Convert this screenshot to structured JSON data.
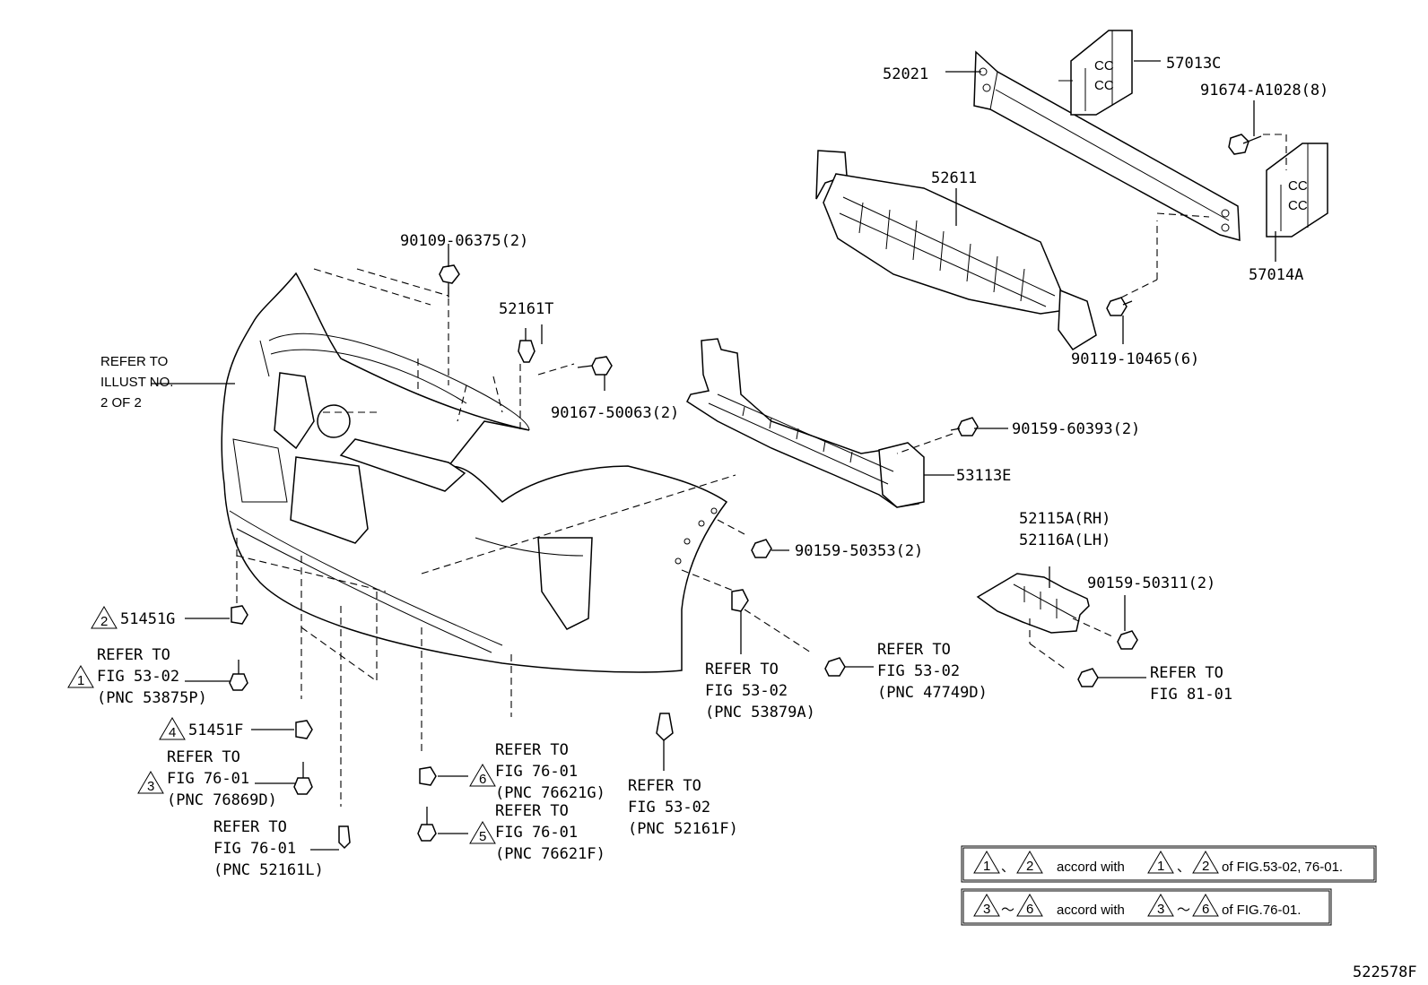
{
  "labels": {
    "p52021": "52021",
    "p57013c": "57013C",
    "p91674": "91674-A1028(8)",
    "p52611": "52611",
    "p57014a": "57014A",
    "p90119": "90119-10465(6)",
    "p90109": "90109-06375(2)",
    "p52161t": "52161T",
    "p90167": "90167-50063(2)",
    "p90159_60393": "90159-60393(2)",
    "p53113e": "53113E",
    "p52115a": "52115A(RH)",
    "p52116a": "52116A(LH)",
    "p90159_50311": "90159-50311(2)",
    "p90159_50353": "90159-50353(2)",
    "p51451g": "51451G",
    "p51451f": "51451F",
    "fig_code": "522578F"
  },
  "refer_blocks": {
    "illust": [
      "REFER TO",
      "ILLUST NO.",
      "2 OF 2"
    ],
    "r53875p": [
      "REFER TO",
      "FIG 53-02",
      "(PNC 53875P)"
    ],
    "r76869d": [
      "REFER TO",
      "FIG 76-01",
      "(PNC 76869D)"
    ],
    "r52161l": [
      "REFER TO",
      "FIG 76-01",
      "(PNC 52161L)"
    ],
    "r76621g": [
      "REFER TO",
      "FIG 76-01",
      "(PNC 76621G)"
    ],
    "r76621f": [
      "REFER TO",
      "FIG 76-01",
      "(PNC 76621F)"
    ],
    "r52161f": [
      "REFER TO",
      "FIG 53-02",
      "(PNC 52161F)"
    ],
    "r53879a": [
      "REFER TO",
      "FIG 53-02",
      "(PNC 53879A)"
    ],
    "r47749d": [
      "REFER TO",
      "FIG 53-02",
      "(PNC 47749D)"
    ],
    "r81_01": [
      "REFER TO",
      "FIG 81-01"
    ]
  },
  "markers": {
    "m1": "1",
    "m2": "2",
    "m3": "3",
    "m4": "4",
    "m5": "5",
    "m6": "6"
  },
  "notes": {
    "note1": {
      "sep1": "、",
      "text1": "accord with",
      "sep2": "、",
      "text2": "of FIG.53-02, 76-01."
    },
    "note2": {
      "sep1": "～",
      "text1": "accord with",
      "sep2": "～",
      "text2": "of FIG.76-01."
    }
  }
}
